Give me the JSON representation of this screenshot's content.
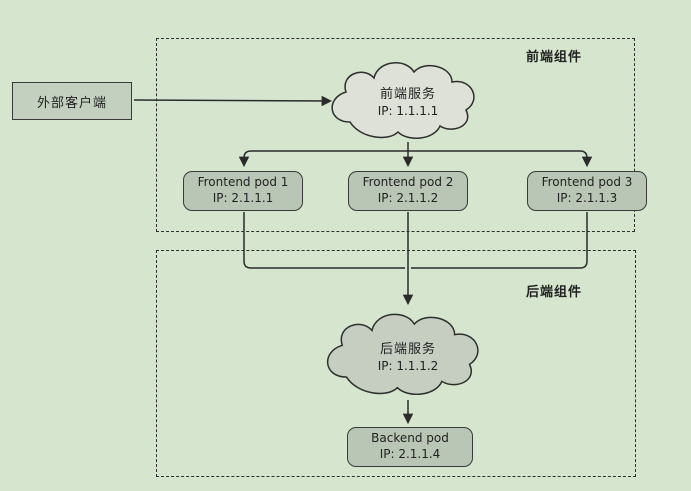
{
  "diagram": {
    "external_client": {
      "label": "外部客户端"
    },
    "frontend_group": {
      "label": "前端组件",
      "service": {
        "name": "前端服务",
        "ip": "IP: 1.1.1.1"
      },
      "pods": [
        {
          "name": "Frontend pod 1",
          "ip": "IP: 2.1.1.1"
        },
        {
          "name": "Frontend pod 2",
          "ip": "IP: 2.1.1.2"
        },
        {
          "name": "Frontend pod 3",
          "ip": "IP: 2.1.1.3"
        }
      ]
    },
    "backend_group": {
      "label": "后端组件",
      "service": {
        "name": "后端服务",
        "ip": "IP: 1.1.1.2"
      },
      "pods": [
        {
          "name": "Backend pod",
          "ip": "IP: 2.1.1.4"
        }
      ]
    },
    "colors": {
      "background": "#d6e5cd",
      "pod_fill": "#b9c6b5",
      "frontend_cloud_fill": "#dde1d8",
      "backend_cloud_fill": "#c6cdc1",
      "line": "#2b2b2b"
    }
  }
}
